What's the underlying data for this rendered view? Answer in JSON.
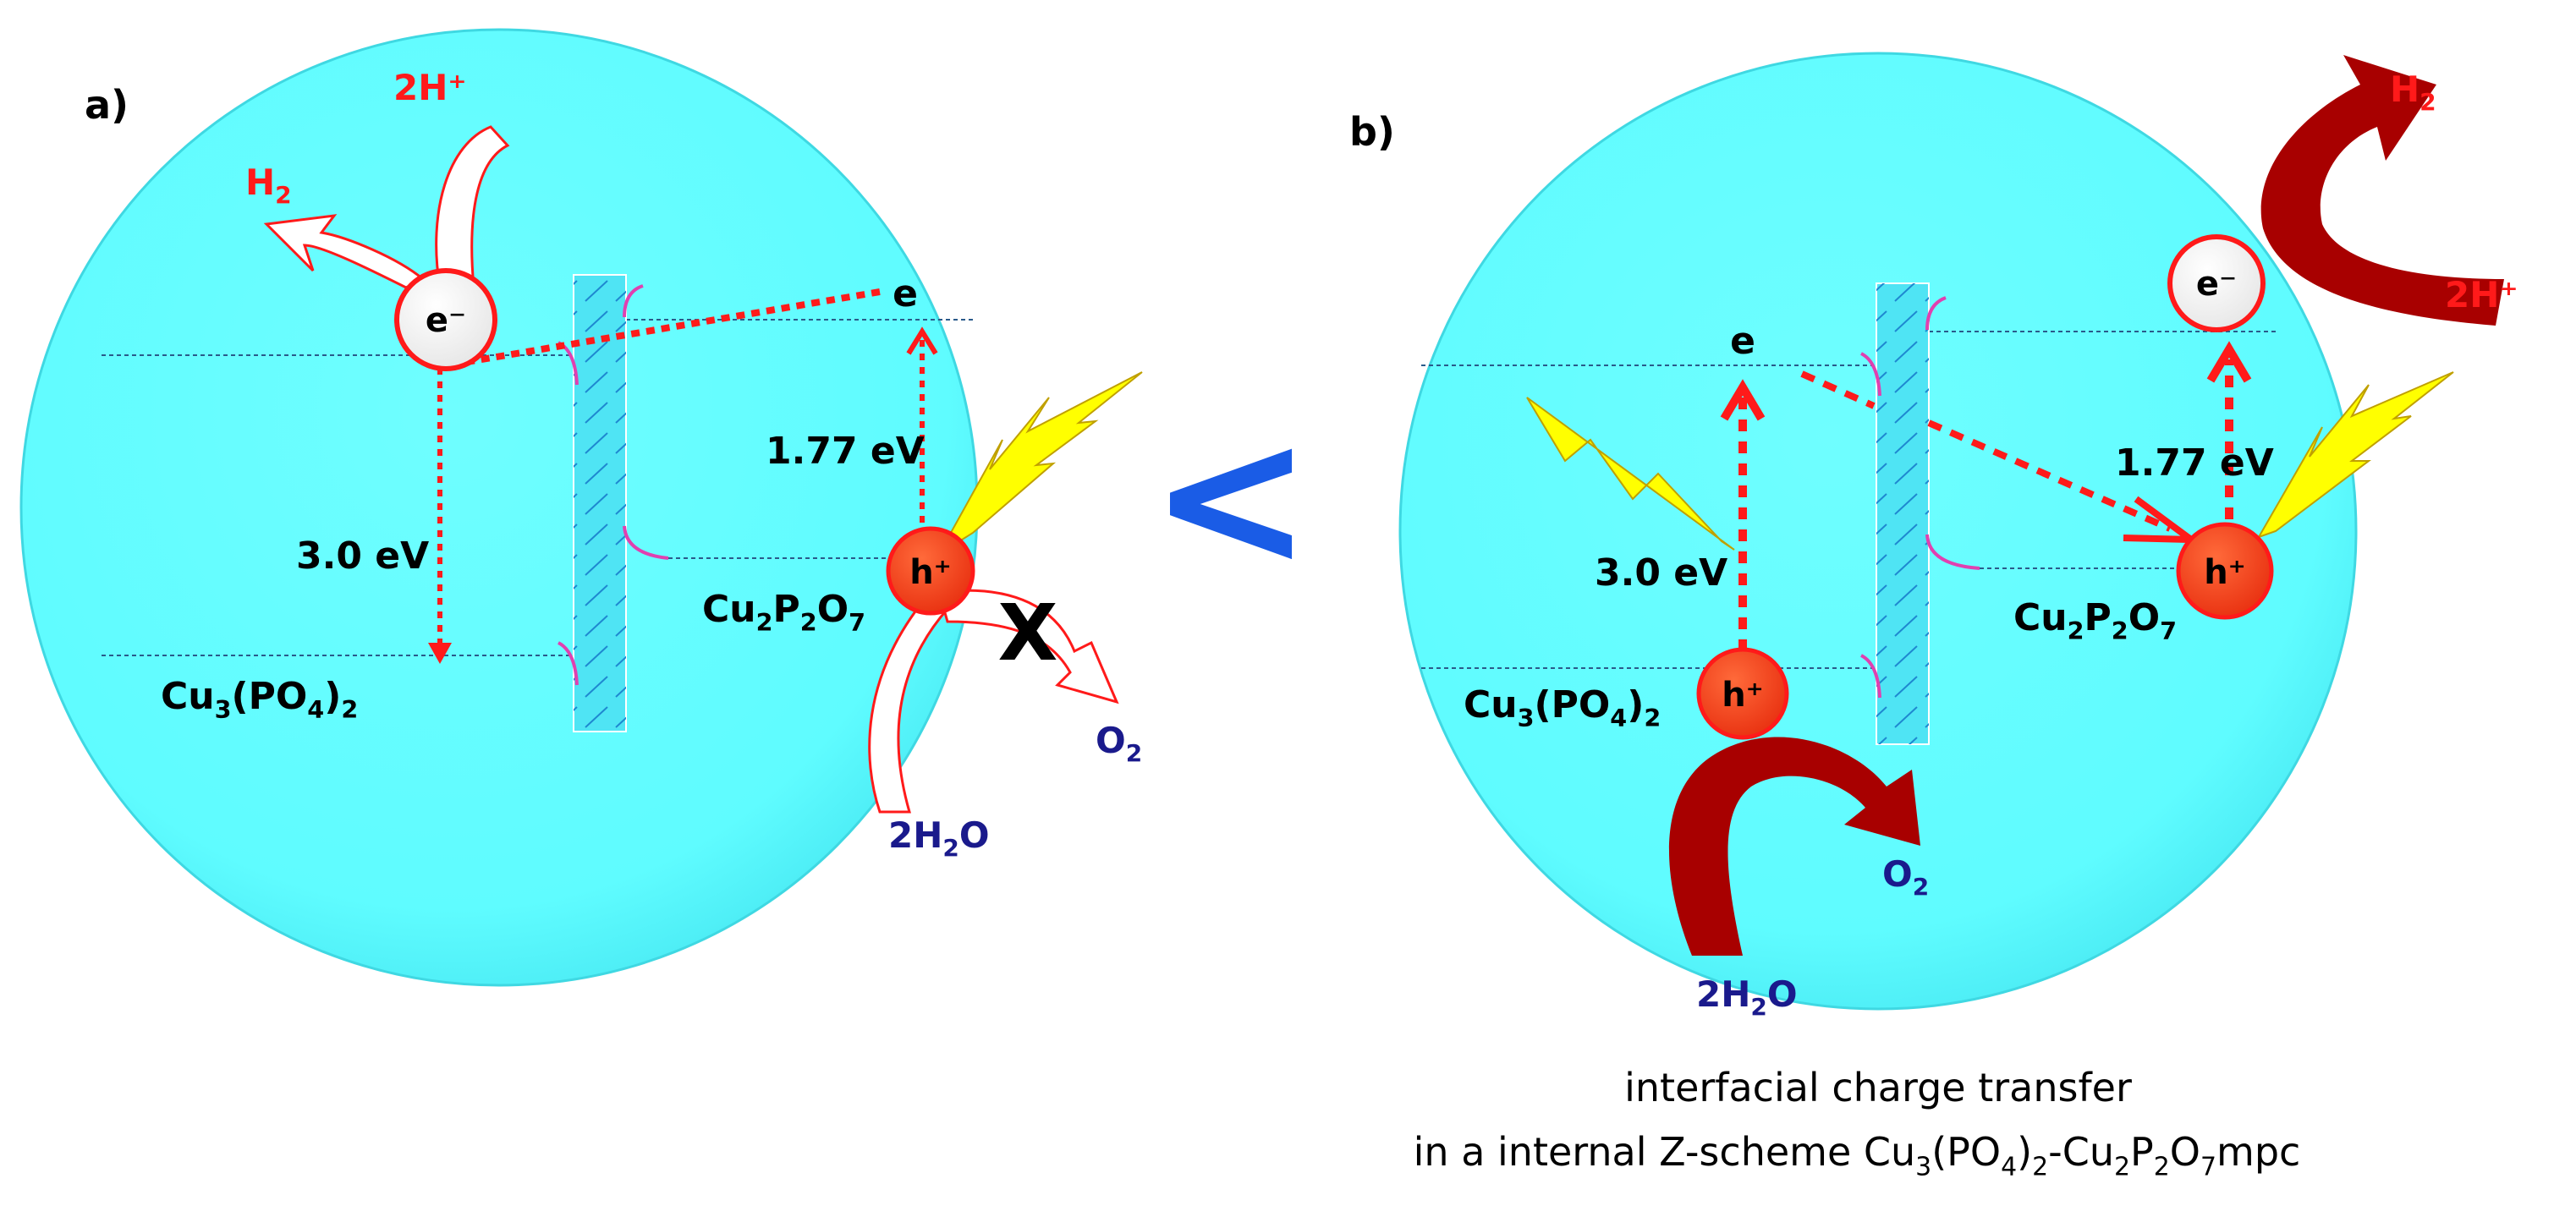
{
  "panel_a": {
    "label": "a)",
    "h_plus_pair": "2H⁺",
    "h2": {
      "main": "H",
      "sub": "2"
    },
    "electron": "e⁻",
    "cb_electron": "e",
    "gap_large": "3.0 eV",
    "gap_small": "1.77 eV",
    "hole": "h⁺",
    "left_material": [
      {
        "t": "Cu"
      },
      {
        "t": "3",
        "s": 1
      },
      {
        "t": "(PO"
      },
      {
        "t": "4",
        "s": 1
      },
      {
        "t": ")"
      },
      {
        "t": "2",
        "s": 1
      }
    ],
    "right_material": [
      {
        "t": "Cu"
      },
      {
        "t": "2",
        "s": 1
      },
      {
        "t": "P"
      },
      {
        "t": "2",
        "s": 1
      },
      {
        "t": "O"
      },
      {
        "t": "7",
        "s": 1
      }
    ],
    "water": {
      "pre": "2H",
      "sub": "2",
      "post": "O"
    },
    "o2": {
      "main": "O",
      "sub": "2"
    },
    "blocked_mark": "X"
  },
  "comparison_symbol": "<",
  "panel_b": {
    "label": "b)",
    "h2": {
      "main": "H",
      "sub": "2"
    },
    "h_plus_pair": "2H⁺",
    "electron": "e⁻",
    "cb_electron": "e",
    "gap_large": "3.0 eV",
    "gap_small": "1.77 eV",
    "hole_right": "h⁺",
    "hole_left": "h⁺",
    "left_material": [
      {
        "t": "Cu"
      },
      {
        "t": "3",
        "s": 1
      },
      {
        "t": "(PO"
      },
      {
        "t": "4",
        "s": 1
      },
      {
        "t": ")"
      },
      {
        "t": "2",
        "s": 1
      }
    ],
    "right_material": [
      {
        "t": "Cu"
      },
      {
        "t": "2",
        "s": 1
      },
      {
        "t": "P"
      },
      {
        "t": "2",
        "s": 1
      },
      {
        "t": "O"
      },
      {
        "t": "7",
        "s": 1
      }
    ],
    "o2": {
      "main": "O",
      "sub": "2"
    },
    "water": {
      "pre": "2H",
      "sub": "2",
      "post": "O"
    }
  },
  "caption": {
    "line1": "interfacial charge transfer",
    "line2": [
      {
        "t": "in a internal Z-scheme Cu"
      },
      {
        "t": "3",
        "s": 1
      },
      {
        "t": "(PO"
      },
      {
        "t": "4",
        "s": 1
      },
      {
        "t": ")"
      },
      {
        "t": "2",
        "s": 1
      },
      {
        "t": "-Cu"
      },
      {
        "t": "2",
        "s": 1
      },
      {
        "t": "P"
      },
      {
        "t": "2",
        "s": 1
      },
      {
        "t": "O"
      },
      {
        "t": "7",
        "s": 1
      },
      {
        "t": "mpc"
      }
    ]
  },
  "colors": {
    "particle": "#5ffcff",
    "particle_edge": "#3fd8e2",
    "red": "#ff1a1a",
    "dark_red": "#a80000",
    "navy": "#1a1a8c",
    "blue_symbol": "#1a5ce6",
    "lightning": "#ffff00",
    "interface_fill": "#4fe4f4",
    "interface_hatch": "#1e88d0",
    "magenta": "#e040b0"
  }
}
